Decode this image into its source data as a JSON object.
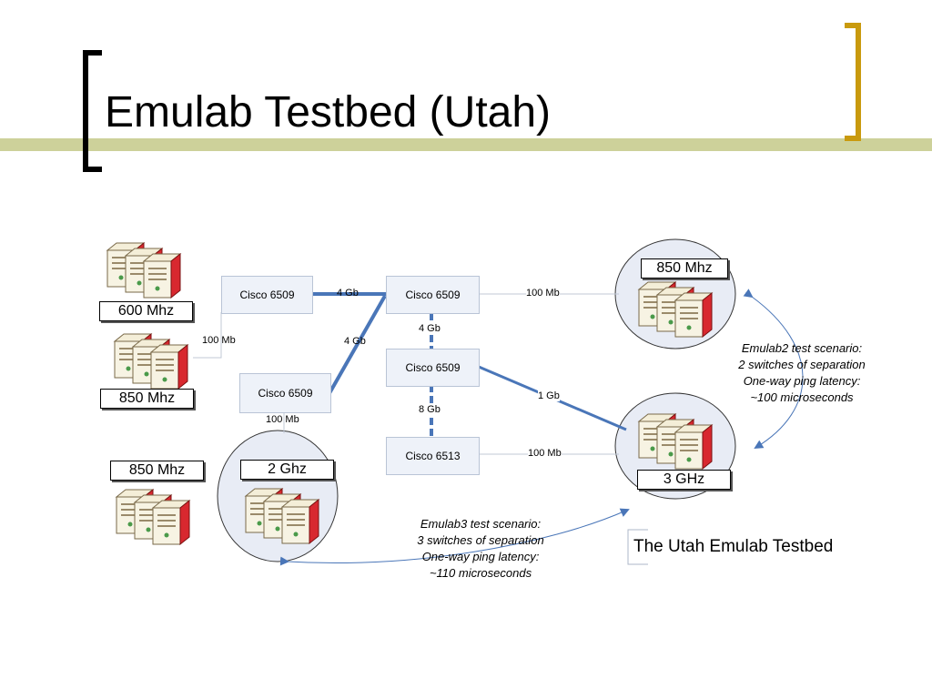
{
  "title": "Emulab Testbed (Utah)",
  "colors": {
    "accent_gold": "#c99a0e",
    "olive_bar": "#cdd19a",
    "link_blue": "#4a76b8",
    "server_red": "#d8282f"
  },
  "switches": {
    "s1": "Cisco 6509",
    "s2": "Cisco 6509",
    "s3": "Cisco 6509",
    "s4": "Cisco 6509",
    "s5": "Cisco 6513"
  },
  "links": {
    "s1_s2": "4 Gb",
    "s2_s4": "4 Gb",
    "s3_s2": "4 Gb",
    "s2_right": "100 Mb",
    "s1_left": "100 Mb",
    "s3_bottom": "100 Mb",
    "s4_s5": "8 Gb",
    "s4_right": "1 Gb",
    "s5_right": "100 Mb"
  },
  "clusters": {
    "c600": "600 Mhz",
    "c850_left": "850 Mhz",
    "c850_bottom_left": "850 Mhz",
    "c850_right": "850 Mhz",
    "c3ghz": "3 GHz",
    "c2ghz": "2 Ghz"
  },
  "notes": {
    "emulab2": [
      "Emulab2 test scenario:",
      "2 switches of separation",
      "One-way ping latency:",
      "~100 microseconds"
    ],
    "emulab3": [
      "Emulab3 test scenario:",
      "3 switches of separation",
      "One-way ping latency:",
      "~110 microseconds"
    ]
  },
  "caption": "The Utah Emulab Testbed"
}
